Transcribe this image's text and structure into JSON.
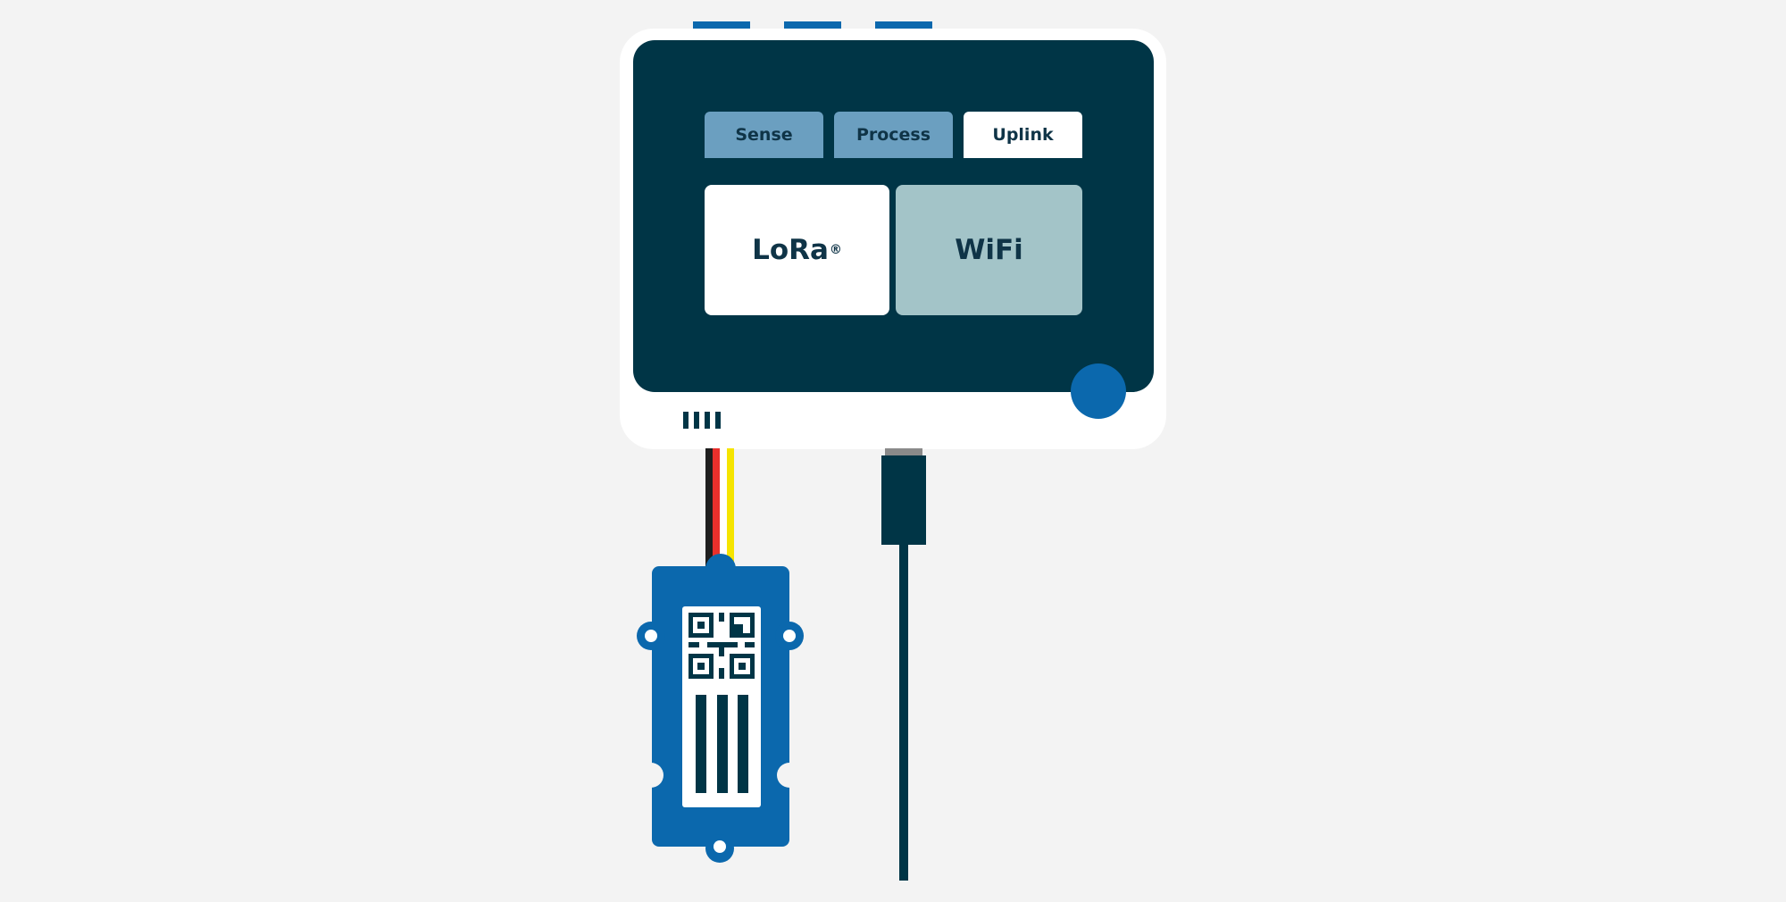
{
  "device": {
    "tabs": [
      {
        "label": "Sense",
        "active": false
      },
      {
        "label": "Process",
        "active": false
      },
      {
        "label": "Uplink",
        "active": true
      }
    ],
    "options": [
      {
        "label": "LoRa",
        "mark": "®",
        "selected": true
      },
      {
        "label": "WiFi",
        "mark": "",
        "selected": false
      }
    ]
  },
  "colors": {
    "background": "#f3f3f3",
    "screen": "#003546",
    "accent_blue": "#0b68ad",
    "tab_inactive": "#6b9fc0",
    "card_unselected": "#a3c4c8",
    "text_dark": "#0f3447",
    "wire_black": "#1e1e1e",
    "wire_red": "#e8302c",
    "wire_white": "#ffffff",
    "wire_yellow": "#f5e400"
  },
  "icons": [
    "power-button",
    "grove-connector",
    "usb-cable-icon",
    "soil-moisture-sensor-icon",
    "qr-code-icon"
  ]
}
